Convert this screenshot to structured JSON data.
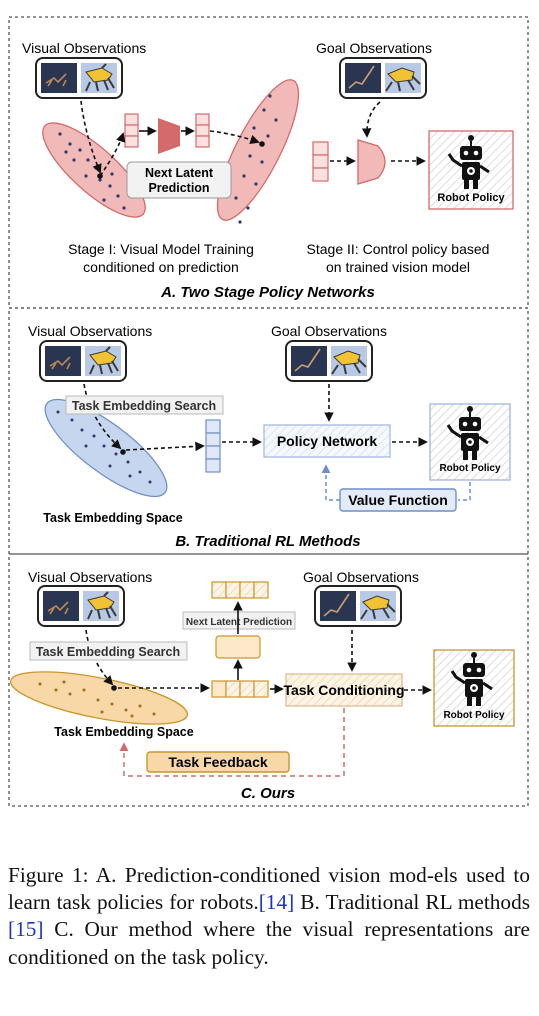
{
  "section_a": {
    "visual_obs": "Visual Observations",
    "goal_obs": "Goal Observations",
    "next_latent": "Next Latent",
    "prediction": "Prediction",
    "robot_policy": "Robot Policy",
    "stage1_line1": "Stage I: Visual Model Training",
    "stage1_line2": "conditioned on prediction",
    "stage2_line1": "Stage II: Control policy based",
    "stage2_line2": "on trained vision model",
    "title": "A. Two Stage Policy Networks"
  },
  "section_b": {
    "visual_obs": "Visual Observations",
    "goal_obs": "Goal Observations",
    "task_embedding_search": "Task Embedding Search",
    "policy_network": "Policy Network",
    "robot_policy": "Robot Policy",
    "value_function": "Value Function",
    "task_embedding_space": "Task Embedding Space",
    "title": "B. Traditional RL Methods"
  },
  "section_c": {
    "visual_obs": "Visual Observations",
    "goal_obs": "Goal Observations",
    "next_latent_prediction": "Next Latent Prediction",
    "task_embedding_search": "Task Embedding Search",
    "task_conditioning": "Task Conditioning",
    "robot_policy": "Robot Policy",
    "task_embedding_space": "Task Embedding Space",
    "task_feedback": "Task Feedback",
    "title": "C. Ours"
  },
  "caption": {
    "part1": "Figure 1: A. Prediction-conditioned vision mod-els used to learn task policies for robots.",
    "ref1": "[14]",
    "part2": " B. Traditional RL methods ",
    "ref2": "[15]",
    "part3": " C. Our method where the visual representations are conditioned on the task policy."
  },
  "colors": {
    "pink": "#f2b9b9",
    "pink_dark": "#d46a6a",
    "blue": "#c6d6ef",
    "blue_dark": "#6f8fc7",
    "gold": "#f7d8a6",
    "gold_dark": "#c9962f",
    "link_blue": "#1a33c8"
  }
}
